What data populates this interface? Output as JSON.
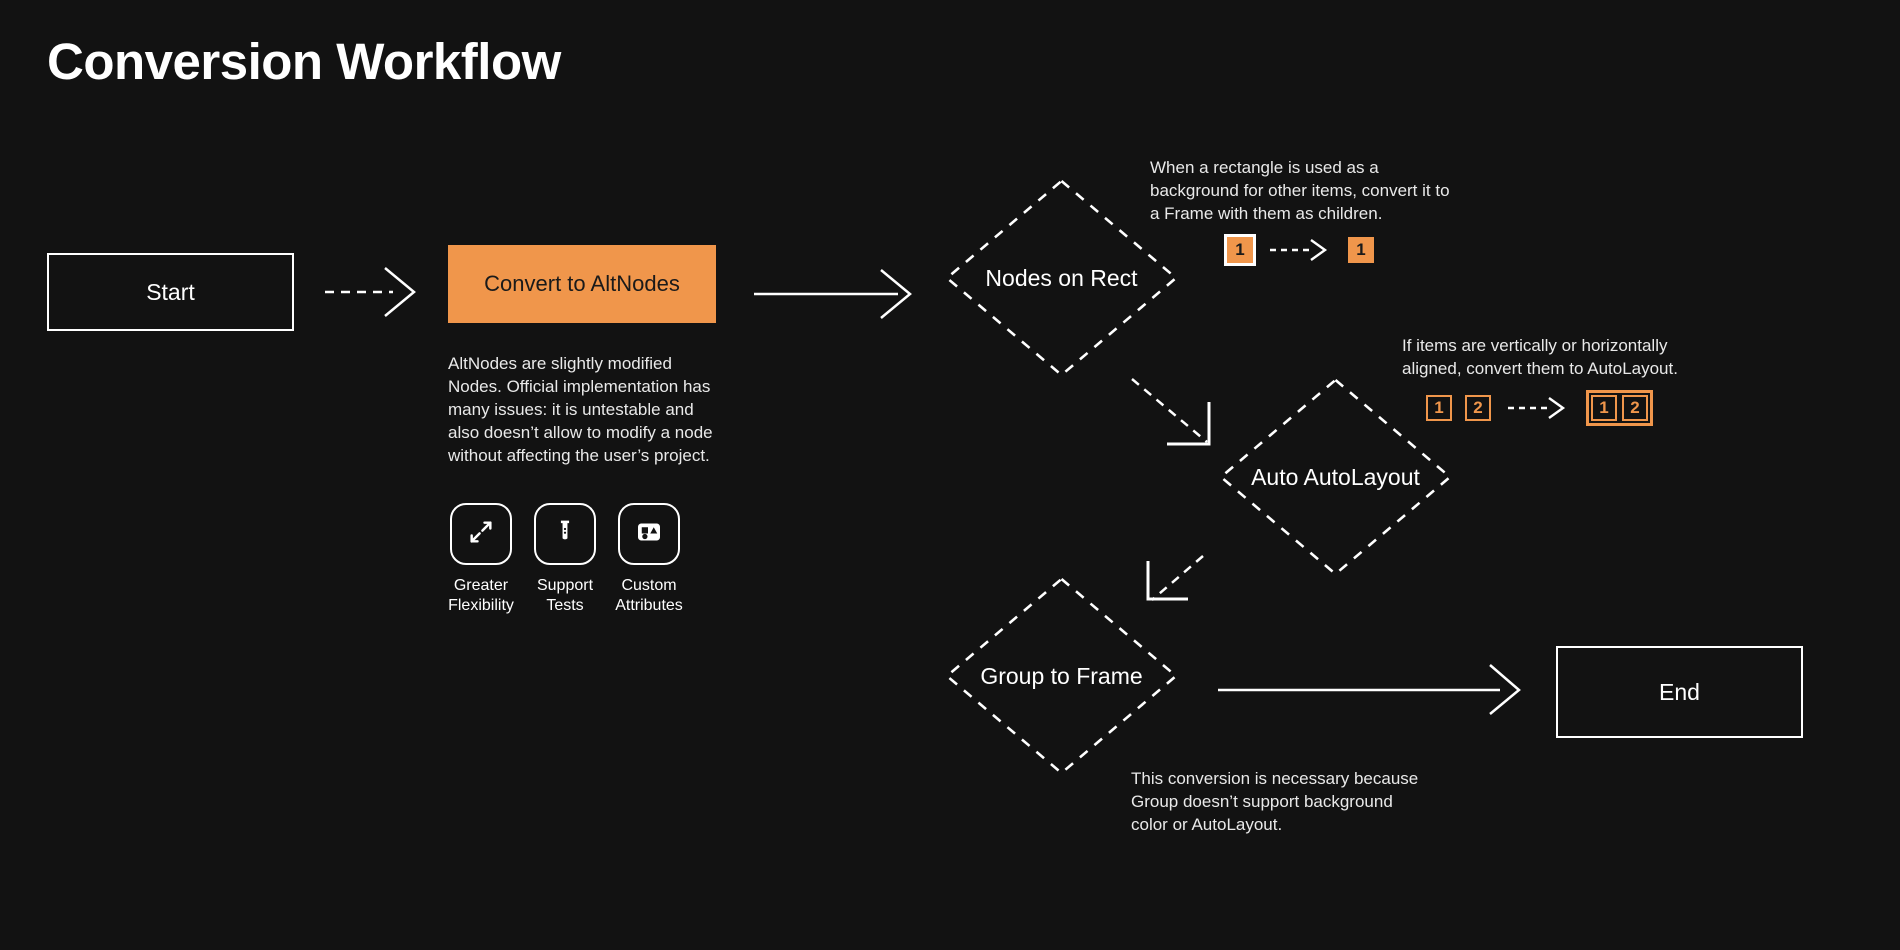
{
  "page": {
    "title": "Conversion Workflow",
    "background_color": "#121212",
    "accent_color": "#F0964B",
    "line_color": "#FFFFFF"
  },
  "nodes": {
    "start": {
      "label": "Start",
      "shape": "rectangle"
    },
    "convert": {
      "label": "Convert to AltNodes",
      "shape": "rectangle",
      "fill": "#F0964B"
    },
    "nodes_on_rect": {
      "label": "Nodes on Rect",
      "shape": "diamond"
    },
    "auto_autolayout": {
      "label": "Auto AutoLayout",
      "shape": "diamond"
    },
    "group_to_frame": {
      "label": "Group to Frame",
      "shape": "diamond"
    },
    "end": {
      "label": "End",
      "shape": "rectangle"
    }
  },
  "descriptions": {
    "altnodes": "AltNodes are slightly modified Nodes. Official implementation has many issues: it is untestable and also doesn’t allow to modify a node without affecting the user’s project."
  },
  "features": [
    {
      "icon": "expand-arrows-icon",
      "label": "Greater\nFlexibility"
    },
    {
      "icon": "test-tube-icon",
      "label": "Support\nTests"
    },
    {
      "icon": "shapes-panel-icon",
      "label": "Custom\nAttributes"
    }
  ],
  "annotations": {
    "nodes_on_rect": {
      "text": "When a rectangle is used as a background for other items, convert it to a Frame with them as children.",
      "before": [
        {
          "value": "1",
          "style": "filled-outlined"
        }
      ],
      "after": [
        {
          "value": "1",
          "style": "filled"
        }
      ]
    },
    "auto_autolayout": {
      "text": "If items are vertically or horizontally aligned, convert them to AutoLayout.",
      "before": [
        {
          "value": "1",
          "style": "outlined"
        },
        {
          "value": "2",
          "style": "outlined"
        }
      ],
      "after": [
        {
          "value": "1",
          "style": "outlined"
        },
        {
          "value": "2",
          "style": "outlined"
        }
      ],
      "after_grouped": true
    },
    "group_to_frame": {
      "text": "This conversion is necessary because Group doesn’t support background color or AutoLayout."
    }
  },
  "connectors": [
    {
      "from": "start",
      "to": "convert",
      "style": "dashed",
      "head": "chevron"
    },
    {
      "from": "convert",
      "to": "nodes_on_rect",
      "style": "solid",
      "head": "chevron"
    },
    {
      "from": "nodes_on_rect",
      "to": "auto_autolayout",
      "style": "dashed",
      "head": "corner"
    },
    {
      "from": "auto_autolayout",
      "to": "group_to_frame",
      "style": "dashed",
      "head": "corner"
    },
    {
      "from": "group_to_frame",
      "to": "end",
      "style": "solid",
      "head": "chevron"
    }
  ]
}
